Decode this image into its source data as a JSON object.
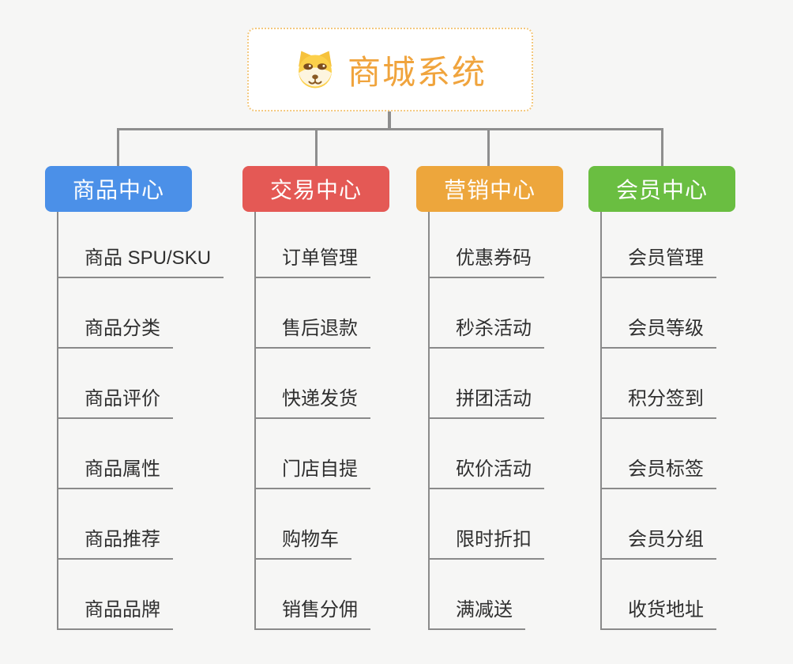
{
  "app": {
    "background_color": "#f6f6f5",
    "connector_color": "#8e8e8e",
    "leaf_line_color": "#8a8a8a",
    "leaf_text_color": "#2f2f2f"
  },
  "root": {
    "title": "商城系统",
    "icon": "dog-face-icon",
    "title_color": "#f0a43d",
    "border_color": "#f3c87e",
    "background_color": "#ffffff"
  },
  "branches": [
    {
      "label": "商品中心",
      "color": "#4b90e8",
      "children": [
        "商品 SPU/SKU",
        "商品分类",
        "商品评价",
        "商品属性",
        "商品推荐",
        "商品品牌"
      ]
    },
    {
      "label": "交易中心",
      "color": "#e45955",
      "children": [
        "订单管理",
        "售后退款",
        "快递发货",
        "门店自提",
        "购物车",
        "销售分佣"
      ]
    },
    {
      "label": "营销中心",
      "color": "#eda63c",
      "children": [
        "优惠券码",
        "秒杀活动",
        "拼团活动",
        "砍价活动",
        "限时折扣",
        "满减送"
      ]
    },
    {
      "label": "会员中心",
      "color": "#6abe41",
      "children": [
        "会员管理",
        "会员等级",
        "积分签到",
        "会员标签",
        "会员分组",
        "收货地址"
      ]
    }
  ]
}
